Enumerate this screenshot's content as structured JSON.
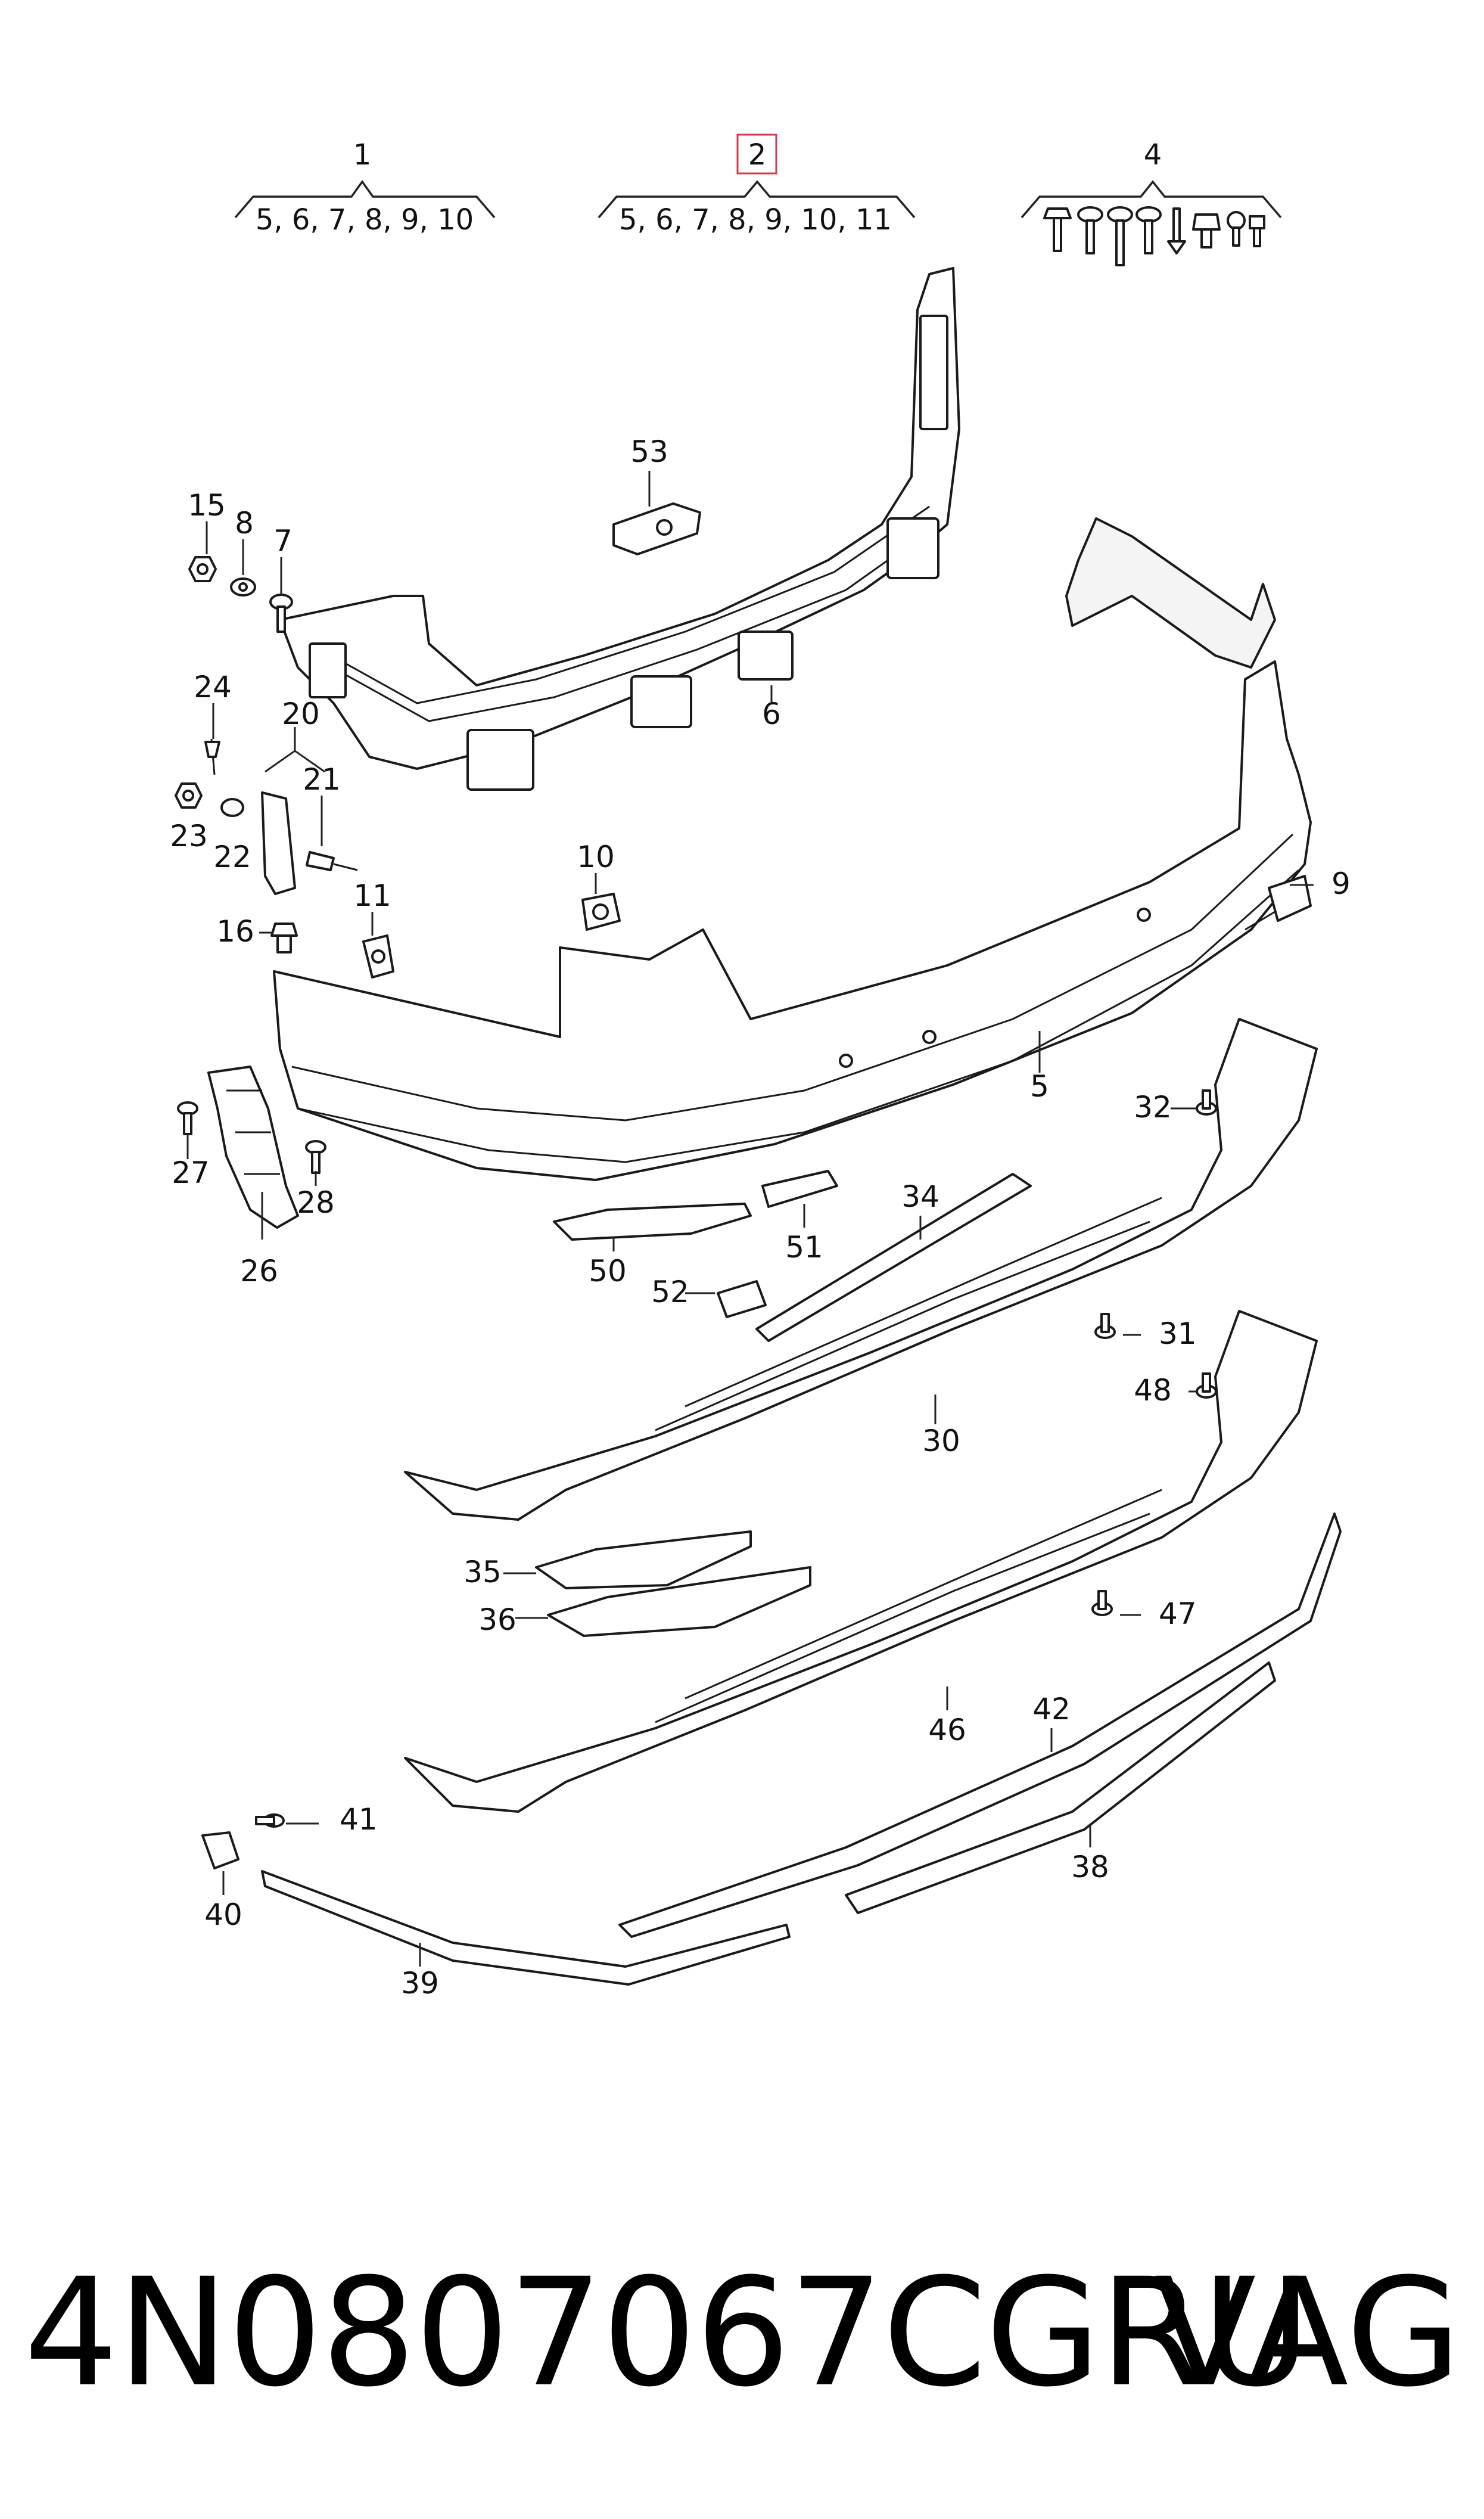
{
  "groups": [
    {
      "number": "1",
      "items": "5, 6, 7, 8, 9, 10"
    },
    {
      "number": "2",
      "items": "5, 6, 7, 8, 9, 10, 11",
      "highlight_color": "#d23a4a"
    },
    {
      "number": "4",
      "items": ""
    }
  ],
  "labels": {
    "p5": "5",
    "p6": "6",
    "p7": "7",
    "p8": "8",
    "p9": "9",
    "p10": "10",
    "p11": "11",
    "p15": "15",
    "p16": "16",
    "p20": "20",
    "p21": "21",
    "p22": "22",
    "p23": "23",
    "p24": "24",
    "p26": "26",
    "p27": "27",
    "p28": "28",
    "p30": "30",
    "p31": "31",
    "p32": "32",
    "p34": "34",
    "p35": "35",
    "p36": "36",
    "p38": "38",
    "p39": "39",
    "p40": "40",
    "p41": "41",
    "p42": "42",
    "p46": "46",
    "p47": "47",
    "p48": "48",
    "p50": "50",
    "p51": "51",
    "p52": "52",
    "p53": "53"
  },
  "footer": {
    "part_number": "4N0807067CGRU",
    "brand": "VAG"
  }
}
